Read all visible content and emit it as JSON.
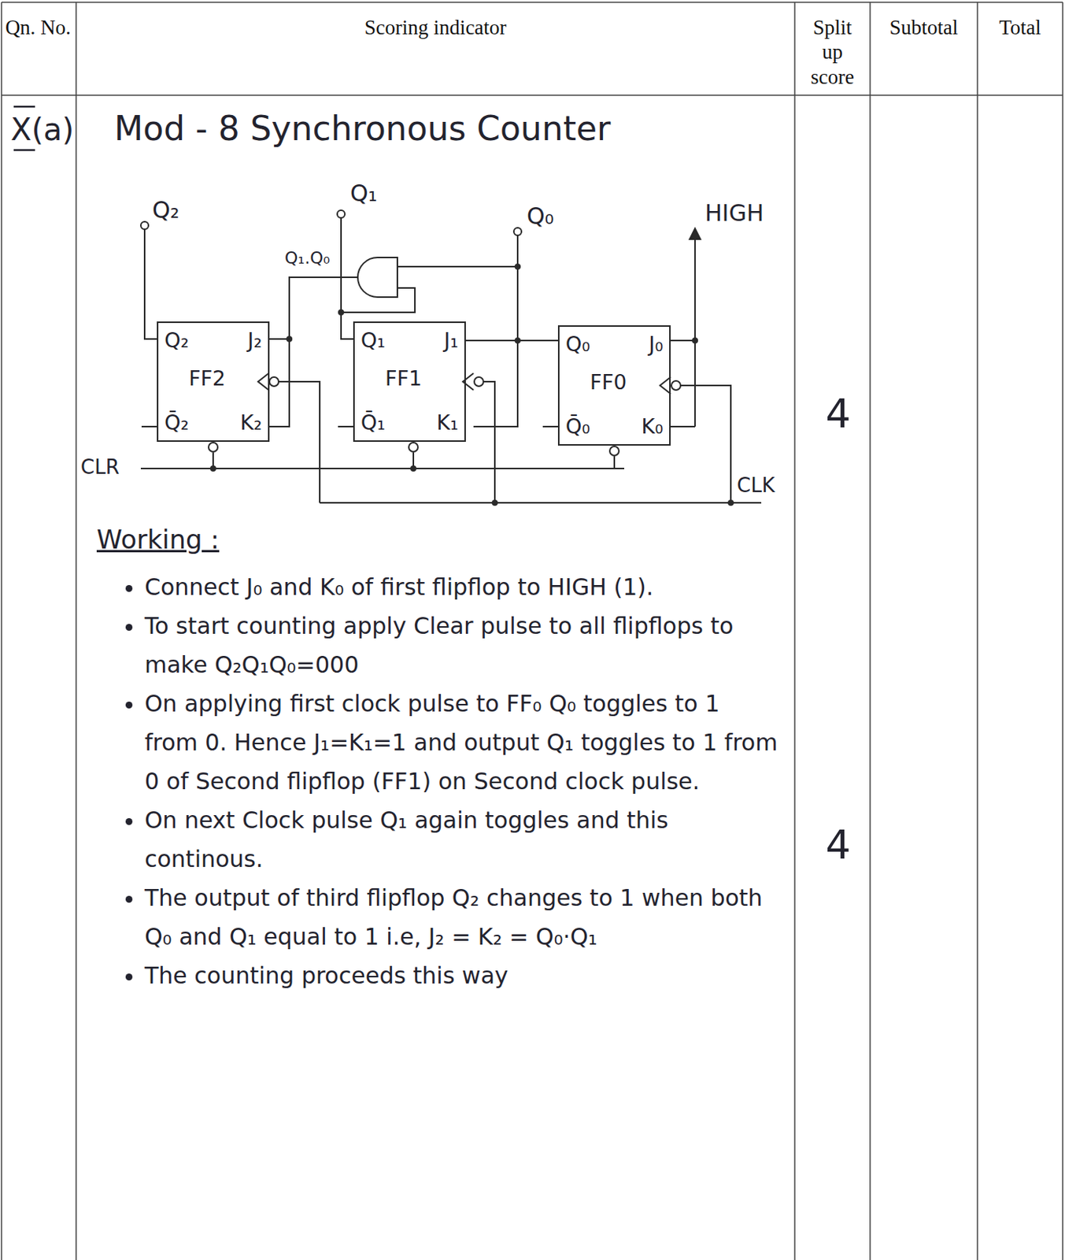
{
  "diagram": {
    "nodes": [
      {
        "text": [
          "Q₂",
          "J₂",
          "FF2",
          "Q̄₂",
          "K₂"
        ]
      },
      {
        "text": [
          "Q₁",
          "J₁",
          "FF1",
          "Q̄₁",
          "K₁"
        ]
      },
      {
        "text": [
          "Q₀",
          "J₀",
          "FF0",
          "Q̄₀",
          "K₀"
        ]
      }
    ],
    "edges": [
      {
        "from": 2,
        "to": 1,
        "arrow": "none"
      }
    ],
    "labels": [
      "Qn. No.",
      "Scoring indicator",
      "Split up score",
      "Subtotal",
      "Total",
      "X(a)",
      "Mod - 8 Synchronous Counter",
      "Q₁",
      "Q₂",
      "Q₀",
      "HIGH",
      "Q₁.Q₀",
      "CLR",
      "CLK",
      "4",
      "Working :",
      "Connect J₀ and K₀ of first flipflop to HIGH (1).",
      "To start counting apply Clear pulse to all flipflops to make Q₂Q₁Q₀=000",
      "On applying first clock pulse to FF₀ Q₀ toggles to 1 from 0. Hence J₁=K₁=1 and output Q₁ toggles to 1 from 0 of Second flipflop (FF1) on Second clock pulse.",
      "On next Clock pulse Q₁ again toggles and this continous.",
      "The output of third flipflop Q₂ changes to 1 when both Q₀ and Q₁ equal to 1 i.e, J₂ = K₂ = Q₀·Q₁",
      "The counting proceeds this way",
      "4"
    ]
  }
}
